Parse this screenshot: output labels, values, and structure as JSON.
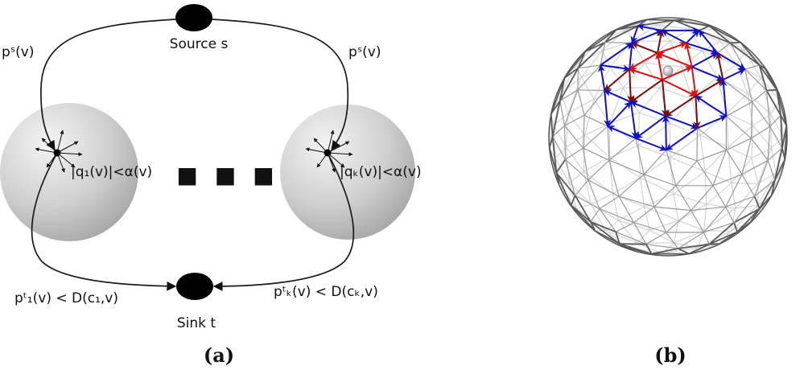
{
  "panel_a": {
    "source_label": "Source s",
    "sink_label": "Sink t",
    "edge_source_left": "pˢ(v)",
    "edge_source_right": "pˢ(v)",
    "constraint_left": "|q₁(v)|<α(v)",
    "constraint_right": "|qₖ(v)|<α(v)",
    "ellipsis": "■ ■ ■",
    "edge_sink_left": "pᵗ₁(v) < D(c₁,v)",
    "edge_sink_right": "pᵗₖ(v) < D(cₖ,v)",
    "caption": "(a)"
  },
  "panel_b": {
    "caption": "(b)",
    "colors": {
      "mesh": "#7a7a7a",
      "blue_arrow": "#1010c8",
      "red_arrow": "#e01010",
      "dark_red_arrow": "#7a0a0a"
    }
  }
}
